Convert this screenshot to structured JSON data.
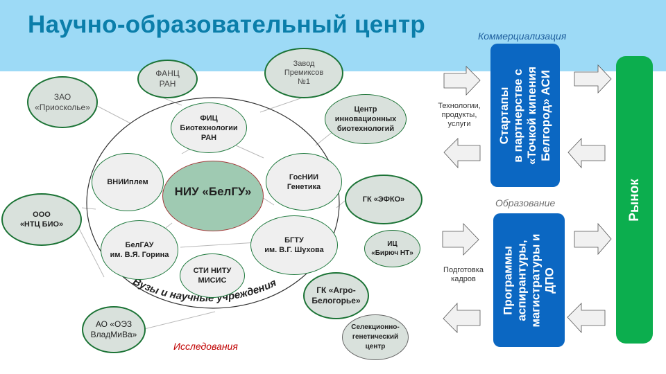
{
  "header": {
    "title": "Научно-образовательный центр"
  },
  "center": {
    "label": "НИУ «БелГУ»"
  },
  "ring": {
    "label": "Вузы и научные учреждения"
  },
  "inner_nodes": [
    {
      "label": "ФИЦ Биотехнологии РАН",
      "lines": [
        "ФИЦ",
        "Биотехнологии",
        "РАН"
      ]
    },
    {
      "label": "ВНИИплем",
      "lines": [
        "ВНИИплем"
      ]
    },
    {
      "label": "ГосНИИ Генетика",
      "lines": [
        "ГосНИИ",
        "Генетика"
      ]
    },
    {
      "label": "БелГАУ им. В.Я. Горина",
      "lines": [
        "БелГАУ",
        "им. В.Я.  Горина"
      ]
    },
    {
      "label": "БГТУ им. В.Г. Шухова",
      "lines": [
        "БГТУ",
        "им. В.Г. Шухова"
      ]
    },
    {
      "label": "СТИ НИТУ МИСИС",
      "lines": [
        "СТИ НИТУ",
        "МИСИС"
      ]
    }
  ],
  "outer_nodes": [
    {
      "label": "ЗАО «Приосколье»",
      "lines": [
        "ЗАО",
        "«Приосколье»"
      ]
    },
    {
      "label": "ФАНЦ РАН",
      "lines": [
        "ФАНЦ",
        "РАН"
      ]
    },
    {
      "label": "Завод Премиксов №1",
      "lines": [
        "Завод",
        "Премиксов",
        "№1"
      ]
    },
    {
      "label": "Центр инновационных биотехнологий",
      "lines": [
        "Центр",
        "инновационных",
        "биотехнологий"
      ]
    },
    {
      "label": "ООО «НТЦ БИО»",
      "lines": [
        "ООО",
        "«НТЦ БИО»"
      ]
    },
    {
      "label": "ГК «ЭФКО»",
      "lines": [
        "ГК «ЭФКО»"
      ]
    },
    {
      "label": "ИЦ «Бирюч НТ»",
      "lines": [
        "ИЦ",
        "«Бирюч НТ»"
      ]
    },
    {
      "label": "ГК «Агро-Белогорье»",
      "lines": [
        "ГК «Агро-",
        "Белогорье»"
      ]
    },
    {
      "label": "Селекционно-генетический центр",
      "lines": [
        "Селекционно-",
        "генетический",
        "центр"
      ]
    },
    {
      "label": "АО «ОЭЗ ВладМиВа»",
      "lines": [
        "АО «ОЭЗ",
        "ВладМиВа»"
      ]
    }
  ],
  "sections": {
    "research": "Исследования",
    "commercialization": "Коммерциализация",
    "education": "Образование"
  },
  "flows": {
    "tech_label": [
      "Технологии,",
      "продукты,",
      "услуги"
    ],
    "staff_label": [
      "Подготовка",
      "кадров"
    ]
  },
  "boxes": {
    "startups": [
      "Стартапы",
      "в партнерстве с",
      "«Точкой кипения",
      "Белгород» АСИ"
    ],
    "programs": [
      "Программы",
      "аспирантуры,",
      "магистратуры  и",
      "ДПО"
    ],
    "market": "Рынок"
  },
  "colors": {
    "title": "#0b7eaa",
    "band": "#9ddaf6",
    "blue_box": "#0b67c2",
    "market_green": "#0cae4e",
    "research_red": "#c00000",
    "commercialization_blue": "#1f5f9e",
    "education_gray": "#707070"
  }
}
